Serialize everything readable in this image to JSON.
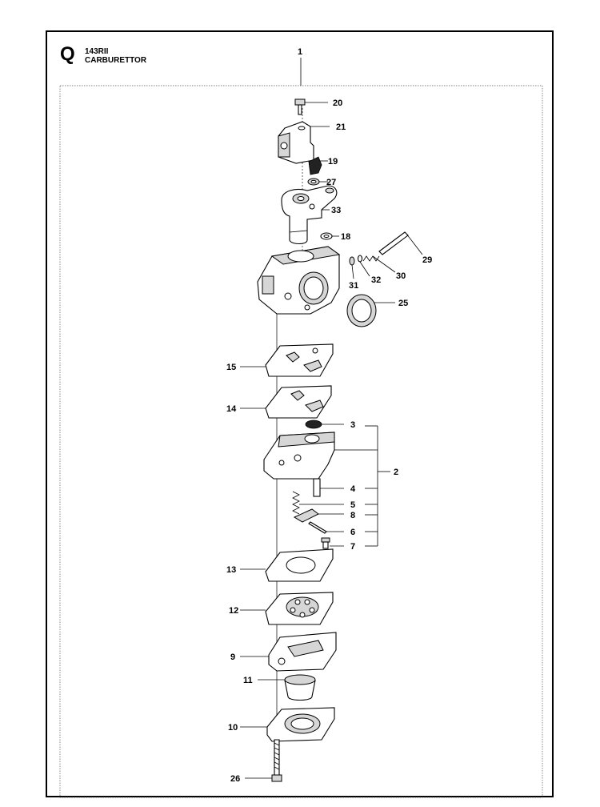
{
  "header": {
    "section_letter": "Q",
    "model": "143RII",
    "title": "CARBURETTOR"
  },
  "callouts": [
    "1",
    "20",
    "21",
    "19",
    "27",
    "33",
    "18",
    "29",
    "31",
    "32",
    "30",
    "25",
    "15",
    "14",
    "3",
    "2",
    "4",
    "5",
    "8",
    "6",
    "7",
    "13",
    "12",
    "9",
    "11",
    "10",
    "26"
  ],
  "parts": [
    {
      "number": "1",
      "icon": "carburettor-assembly"
    },
    {
      "number": "20",
      "icon": "screw-icon"
    },
    {
      "number": "21",
      "icon": "bracket-icon"
    },
    {
      "number": "19",
      "icon": "clip-icon"
    },
    {
      "number": "27",
      "icon": "washer-icon"
    },
    {
      "number": "33",
      "icon": "throttle-lever-icon"
    },
    {
      "number": "18",
      "icon": "ring-icon"
    },
    {
      "number": "29",
      "icon": "needle-icon"
    },
    {
      "number": "30",
      "icon": "spring-icon"
    },
    {
      "number": "31",
      "icon": "washer-icon"
    },
    {
      "number": "32",
      "icon": "o-ring-icon"
    },
    {
      "number": "25",
      "icon": "seal-icon"
    },
    {
      "number": "15",
      "icon": "gasket-icon"
    },
    {
      "number": "14",
      "icon": "gasket-icon"
    },
    {
      "number": "3",
      "icon": "screen-icon"
    },
    {
      "number": "2",
      "icon": "repair-kit"
    },
    {
      "number": "4",
      "icon": "inlet-needle-icon"
    },
    {
      "number": "5",
      "icon": "spring-icon"
    },
    {
      "number": "8",
      "icon": "lever-icon"
    },
    {
      "number": "6",
      "icon": "pin-icon"
    },
    {
      "number": "7",
      "icon": "screw-icon"
    },
    {
      "number": "13",
      "icon": "gasket-icon"
    },
    {
      "number": "12",
      "icon": "diaphragm-icon"
    },
    {
      "number": "9",
      "icon": "pump-cover-icon"
    },
    {
      "number": "11",
      "icon": "primer-bulb-icon"
    },
    {
      "number": "10",
      "icon": "bulb-retainer-icon"
    },
    {
      "number": "26",
      "icon": "long-screw-icon"
    }
  ]
}
